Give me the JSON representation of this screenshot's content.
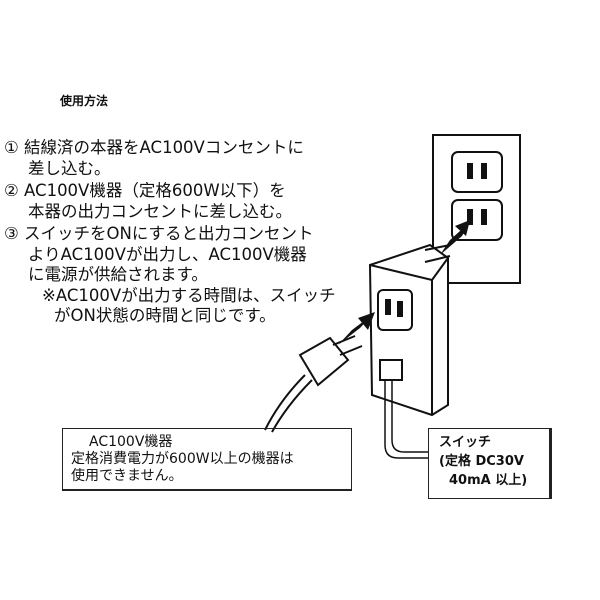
{
  "title": "使用方法",
  "steps": [
    {
      "num": "①",
      "lines": [
        "結線済の本器をAC100Vコンセントに",
        "差し込む。"
      ]
    },
    {
      "num": "②",
      "lines": [
        "AC100V機器（定格600W以下）を",
        "本器の出力コンセントに差し込む。"
      ]
    },
    {
      "num": "③",
      "lines": [
        "スイッチをONにすると出力コンセント",
        "よりAC100Vが出力し、AC100V機器",
        "に電源が供給されます。"
      ]
    }
  ],
  "note": [
    "※AC100Vが出力する時間は、スイッチ",
    "がON状態の時間と同じです。"
  ],
  "device_box": {
    "heading": "AC100V機器",
    "lines": [
      "定格消費電力が600W以上の機器は",
      "使用できません。"
    ]
  },
  "switch_box": {
    "lines": [
      "スイッチ",
      "(定格 DC30V",
      "40mA 以上)"
    ]
  }
}
